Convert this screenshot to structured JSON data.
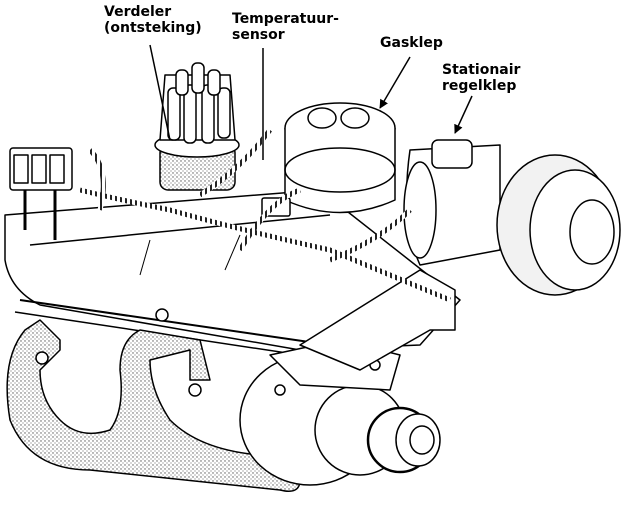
{
  "diagram": {
    "subject": "Engine compartment with fuel injection components",
    "colors": {
      "ink": "#000000",
      "paper": "#ffffff",
      "stipple": "#9a9a9a"
    },
    "labels": [
      {
        "id": "verdeler",
        "lines": [
          "Verdeler",
          "(ontsteking)"
        ]
      },
      {
        "id": "temperatuursensor",
        "lines": [
          "Temperatuur-",
          "sensor"
        ]
      },
      {
        "id": "gasklep",
        "lines": [
          "Gasklep"
        ]
      },
      {
        "id": "stationair-regelklep",
        "lines": [
          "Stationair",
          "regelklep"
        ]
      }
    ]
  }
}
